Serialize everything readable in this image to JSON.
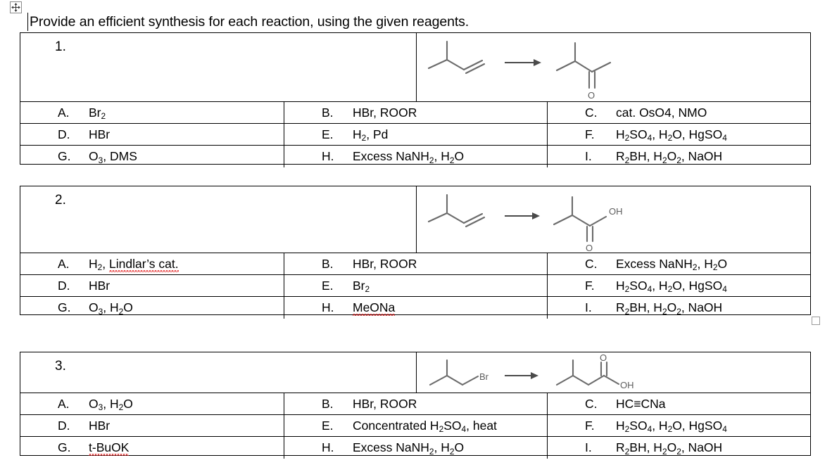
{
  "document": {
    "heading": "Provide an efficient synthesis for each reaction, using the given reagents.",
    "move_handle_icon": "table-move-handle-icon",
    "resize_handle_icon": "table-resize-handle-icon"
  },
  "questions": [
    {
      "number": "1.",
      "scheme": {
        "reactant_name": "3-methyl-1-butene",
        "product_name": "3-methyl-2-butanone",
        "product_labels": [
          "O"
        ],
        "arrow": "reaction-arrow"
      },
      "options": [
        [
          {
            "label": "A.",
            "text": "Br<sub>2</sub>",
            "misspelled": false
          },
          {
            "label": "B.",
            "text": "HBr, ROOR",
            "misspelled": false
          },
          {
            "label": "C.",
            "text": "cat. OsO4, NMO",
            "misspelled": false
          }
        ],
        [
          {
            "label": "D.",
            "text": "HBr",
            "misspelled": false
          },
          {
            "label": "E.",
            "text": "H<sub>2</sub>, Pd",
            "misspelled": false
          },
          {
            "label": "F.",
            "text": "H<sub>2</sub>SO<sub>4</sub>, H<sub>2</sub>O, HgSO<sub>4</sub>",
            "misspelled": false
          }
        ],
        [
          {
            "label": "G.",
            "text": "O<sub>3</sub>, DMS",
            "misspelled": false
          },
          {
            "label": "H.",
            "text": "Excess NaNH<sub>2</sub>, H<sub>2</sub>O",
            "misspelled": false
          },
          {
            "label": "I.",
            "text": "R<sub>2</sub>BH, H<sub>2</sub>O<sub>2</sub>, NaOH",
            "misspelled": false
          }
        ]
      ]
    },
    {
      "number": "2.",
      "scheme": {
        "reactant_name": "3-methyl-1-butene",
        "product_name": "2-methylpropanoic acid",
        "product_labels": [
          "OH",
          "O"
        ],
        "arrow": "reaction-arrow"
      },
      "options": [
        [
          {
            "label": "A.",
            "text": "H<sub>2</sub>, Lindlar’s cat.",
            "misspelled": true,
            "misspelled_part": "Lindlar’s cat."
          },
          {
            "label": "B.",
            "text": "HBr, ROOR",
            "misspelled": false
          },
          {
            "label": "C.",
            "text": "Excess NaNH<sub>2</sub>, H<sub>2</sub>O",
            "misspelled": false
          }
        ],
        [
          {
            "label": "D.",
            "text": "HBr",
            "misspelled": false
          },
          {
            "label": "E.",
            "text": "Br<sub>2</sub>",
            "misspelled": false
          },
          {
            "label": "F.",
            "text": "H<sub>2</sub>SO<sub>4</sub>, H<sub>2</sub>O, HgSO<sub>4</sub>",
            "misspelled": false
          }
        ],
        [
          {
            "label": "G.",
            "text": "O<sub>3</sub>, H<sub>2</sub>O",
            "misspelled": false
          },
          {
            "label": "H.",
            "text": "MeONa",
            "misspelled": true,
            "misspelled_part": "MeONa"
          },
          {
            "label": "I.",
            "text": "R<sub>2</sub>BH, H<sub>2</sub>O<sub>2</sub>, NaOH",
            "misspelled": false
          }
        ]
      ]
    },
    {
      "number": "3.",
      "scheme": {
        "reactant_name": "1-bromo-2-methylpropane",
        "reactant_labels": [
          "Br"
        ],
        "product_name": "3-methylbutanoic acid",
        "product_labels": [
          "O",
          "OH"
        ],
        "arrow": "reaction-arrow"
      },
      "options": [
        [
          {
            "label": "A.",
            "text": "O<sub>3</sub>, H<sub>2</sub>O",
            "misspelled": false
          },
          {
            "label": "B.",
            "text": "HBr, ROOR",
            "misspelled": false
          },
          {
            "label": "C.",
            "text": "HC≡CNa",
            "misspelled": false
          }
        ],
        [
          {
            "label": "D.",
            "text": "HBr",
            "misspelled": false
          },
          {
            "label": "E.",
            "text": "Concentrated H<sub>2</sub>SO<sub>4</sub>, heat",
            "misspelled": false
          },
          {
            "label": "F.",
            "text": "H<sub>2</sub>SO<sub>4</sub>, H<sub>2</sub>O, HgSO<sub>4</sub>",
            "misspelled": false
          }
        ],
        [
          {
            "label": "G.",
            "text": "t-BuOK",
            "misspelled": true,
            "misspelled_part": "t-BuOK"
          },
          {
            "label": "H.",
            "text": "Excess NaNH<sub>2</sub>, H<sub>2</sub>O",
            "misspelled": false
          },
          {
            "label": "I.",
            "text": "R<sub>2</sub>BH, H<sub>2</sub>O<sub>2</sub>, NaOH",
            "misspelled": false
          }
        ]
      ]
    }
  ],
  "colors": {
    "text": "#000000",
    "structure_stroke": "#6b6b6b",
    "spellcheck_underline": "#e01b1b",
    "table_border": "#000000",
    "handle_border": "#9a9a9a"
  }
}
